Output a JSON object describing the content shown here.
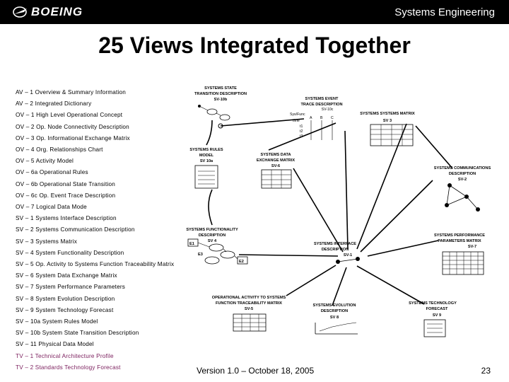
{
  "header": {
    "logo_text": "BOEING",
    "title": "Systems Engineering"
  },
  "slide_title": "25 Views Integrated Together",
  "views": [
    "AV – 1 Overview & Summary Information",
    "AV – 2 Integrated Dictionary",
    "OV – 1 High Level Operational Concept",
    "OV – 2 Op. Node Connectivity Description",
    "OV – 3 Op. Informational Exchange Matrix",
    "OV – 4 Org. Relationships Chart",
    "OV – 5 Activity Model",
    "OV – 6a Operational Rules",
    "OV – 6b Operational State Transition",
    "OV – 6c Op. Event Trace Description",
    "OV – 7 Logical Data Mode",
    "SV – 1 Systems Interface Description",
    "SV – 2 Systems Communication Description",
    "SV – 3 Systems Matrix",
    "SV – 4 System Functionality Description",
    "SV – 5 Op. Activity to Systems Function Traceability Matrix",
    "SV – 6 System Data Exchange Matrix",
    "SV – 7 System Performance Parameters",
    "SV – 8 System Evolution Description",
    "SV – 9 System Technology Forecast",
    "SV – 10a System Rules Model",
    "SV – 10b System State Transition Description",
    "SV – 11 Physical Data Model",
    "TV – 1 Technical Architecture Profile",
    "TV – 2 Standards Technology Forecast"
  ],
  "diagram": {
    "state_transition": [
      "SYSTEMS STATE",
      "TRANSITION DESCRIPTION",
      "SV-10b"
    ],
    "event_trace": [
      "SYSTEMS EVENT",
      "TRACE DESCRIPTION",
      "SV-10c"
    ],
    "event_trace_axis": "Sys/Func",
    "event_trace_time": "time",
    "event_trace_cols": [
      "A",
      "B",
      "C"
    ],
    "event_trace_rows": [
      "t1",
      "t2",
      "t3"
    ],
    "systems_matrix": [
      "SYSTEMS SYSTEMS MATRIX",
      "SV 3"
    ],
    "rules_model": [
      "SYSTEMS RULES",
      "MODEL",
      "SV 10a"
    ],
    "data_exchange": [
      "SYSTEMS DATA",
      "EXCHANGE MATRIX",
      "SV-6"
    ],
    "comm_description": [
      "SYSTEMS COMMUNICATIONS",
      "DESCRIPTION",
      "SV-2"
    ],
    "functionality": [
      "SYSTEMS FUNCTIONALITY",
      "DESCRIPTION",
      "SV 4"
    ],
    "functionality_nodes": [
      "E1",
      "E2",
      "E3"
    ],
    "interface_description": [
      "SYSTEMS INTERFACE",
      "DESCRIPTION",
      "SV-1"
    ],
    "performance": [
      "SYSTEMS PERFORMANCE",
      "PARAMETERS MATRIX",
      "SV-7"
    ],
    "traceability": [
      "OPERATIONAL ACTIVITY TO SYSTEMS",
      "FUNCTION TRACEABILITY MATRIX",
      "SV-5"
    ],
    "evolution": [
      "SYSTEMS EVOLUTION",
      "DESCRIPTION",
      "SV 8"
    ],
    "technology_forecast": [
      "SYSTEMS TECHNOLOGY",
      "FORECAST",
      "SV 9"
    ]
  },
  "footer": {
    "version": "Version 1.0 – October 18, 2005",
    "page_number": "23"
  },
  "colors": {
    "header_bg": "#000000",
    "tv_text": "#7a1d5c"
  }
}
